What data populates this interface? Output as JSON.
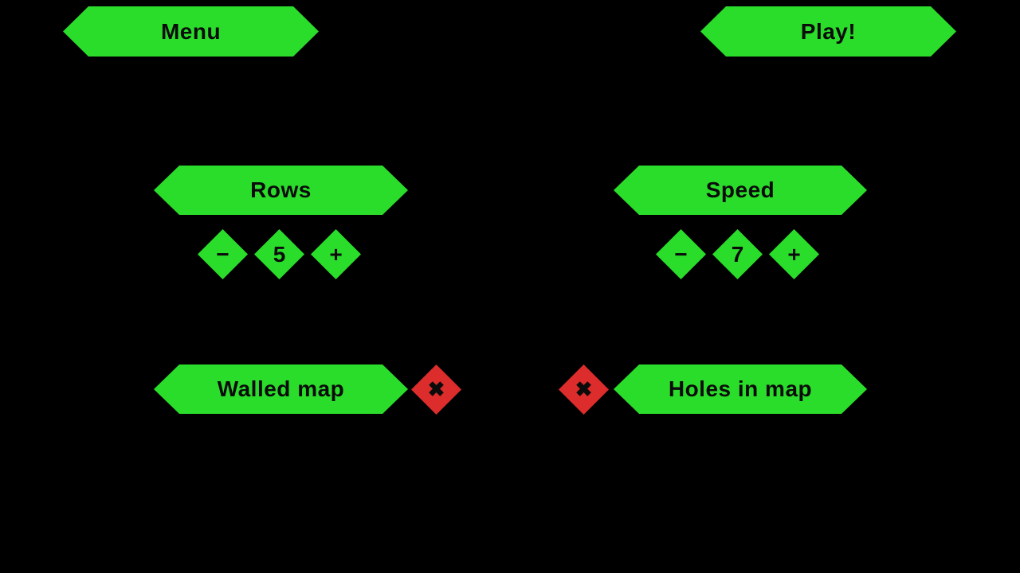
{
  "colors": {
    "background": "#000000",
    "accent_green": "#2BDD2B",
    "toggle_red": "#DC2C2C",
    "text": "#0B0B0B"
  },
  "buttons": {
    "menu": "Menu",
    "play": "Play!"
  },
  "steppers": {
    "rows": {
      "label": "Rows",
      "value": "5",
      "decrease_label": "−",
      "increase_label": "+"
    },
    "speed": {
      "label": "Speed",
      "value": "7",
      "decrease_label": "−",
      "increase_label": "+"
    }
  },
  "toggles": {
    "walled_map": {
      "label": "Walled map",
      "state_icon": "✖",
      "state": "off"
    },
    "holes_in_map": {
      "label": "Holes in map",
      "state_icon": "✖",
      "state": "off"
    }
  }
}
